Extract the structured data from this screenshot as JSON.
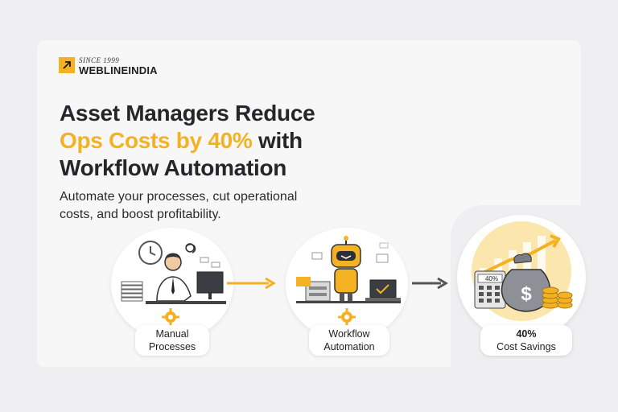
{
  "brand": {
    "since": "SINCE 1999",
    "name": "WEBLINEINDIA",
    "accent": "#f4b223"
  },
  "headline": {
    "line1": "Asset Managers Reduce",
    "line2_accent": "Ops Costs by 40%",
    "line2_rest": " with",
    "line3": "Workflow Automation"
  },
  "subtitle": "Automate your processes, cut operational costs, and boost profitability.",
  "steps": [
    {
      "line1": "Manual",
      "line2": "Processes",
      "icon": "person-at-desk-icon"
    },
    {
      "line1": "Workflow",
      "line2": "Automation",
      "icon": "robot-icon"
    },
    {
      "line1": "40%",
      "line2": "Cost Savings",
      "icon": "money-bag-icon"
    }
  ],
  "savings_badge": "40%",
  "colors": {
    "accent": "#f4b223",
    "text": "#26262a",
    "background": "#efeff1"
  }
}
